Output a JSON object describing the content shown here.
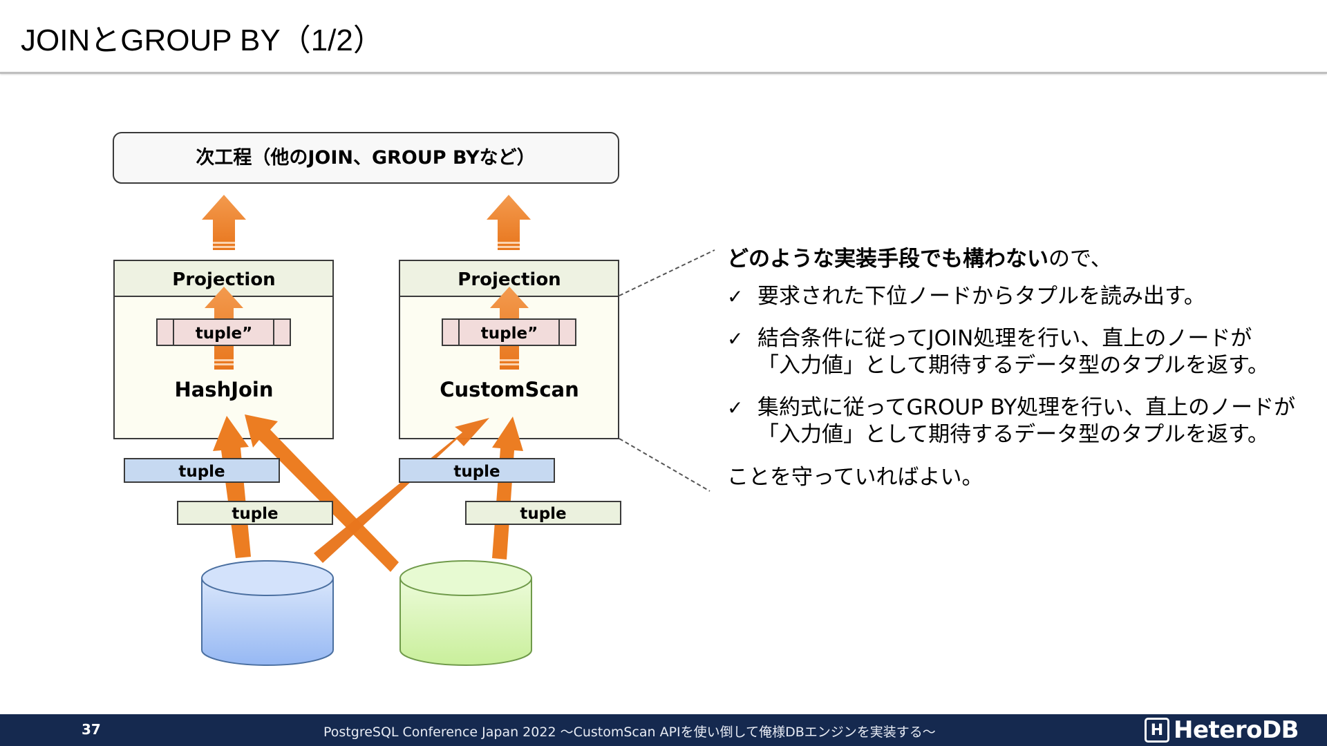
{
  "slide": {
    "title": "JOINとGROUP BY（1/2）"
  },
  "diagram": {
    "next_step_label": "次工程（他のJOIN、GROUP BYなど）",
    "left_node": {
      "projection_label": "Projection",
      "tuple_label": "tuple”",
      "node_label": "HashJoin"
    },
    "right_node": {
      "projection_label": "Projection",
      "tuple_label": "tuple”",
      "node_label": "CustomScan"
    },
    "input_tuples": [
      "tuple",
      "tuple",
      "tuple",
      "tuple"
    ],
    "colors": {
      "arrow": "#f07f24",
      "projection_fill": "#eef2e2",
      "node_fill": "#fdfdf2",
      "tuple_pink": "#f2dcdb",
      "tuple_blue": "#c6d9f1",
      "tuple_green": "#ebf1de",
      "db_blue": "#a9c8f7",
      "db_green": "#d6f5b3"
    }
  },
  "bullets": {
    "lead_bold": "どのような実装手段でも構わない",
    "lead_rest": "ので、",
    "items": [
      {
        "lines": [
          "要求された下位ノードからタプルを読み出す。"
        ]
      },
      {
        "lines": [
          "結合条件に従ってJOIN処理を行い、直上のノードが",
          "「入力値」として期待するデータ型のタプルを返す。"
        ]
      },
      {
        "lines": [
          "集約式に従ってGROUP BY処理を行い、直上のノードが",
          "「入力値」として期待するデータ型のタプルを返す。"
        ]
      }
    ],
    "check_mark": "✓",
    "closing": "ことを守っていればよい。"
  },
  "footer": {
    "page_number": "37",
    "conference_text": "PostgreSQL Conference Japan 2022 ～CustomScan APIを使い倒して俺様DBエンジンを実装する～",
    "logo_text": "HeteroDB",
    "logo_mark": "H"
  }
}
